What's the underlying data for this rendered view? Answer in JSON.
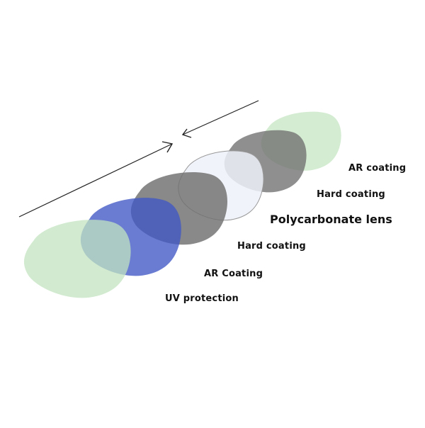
{
  "layers": [
    {
      "label": "UV protection",
      "color": "#c3e4c0",
      "opacity": 0.75
    },
    {
      "label": "AR Coating",
      "color": "#3f57c4",
      "opacity": 0.78
    },
    {
      "label": "Hard coating",
      "color": "#6f6f6f",
      "opacity": 0.82
    },
    {
      "label": "Polycarbonate lens",
      "color": "#eef1f9",
      "opacity": 0.85
    },
    {
      "label": "Hard coating",
      "color": "#707070",
      "opacity": 0.78
    },
    {
      "label": "AR coating",
      "color": "#c3e4c0",
      "opacity": 0.72
    }
  ],
  "colors": {
    "arrow": "#222222",
    "lens_outline": "#999999",
    "text": "#111111"
  }
}
